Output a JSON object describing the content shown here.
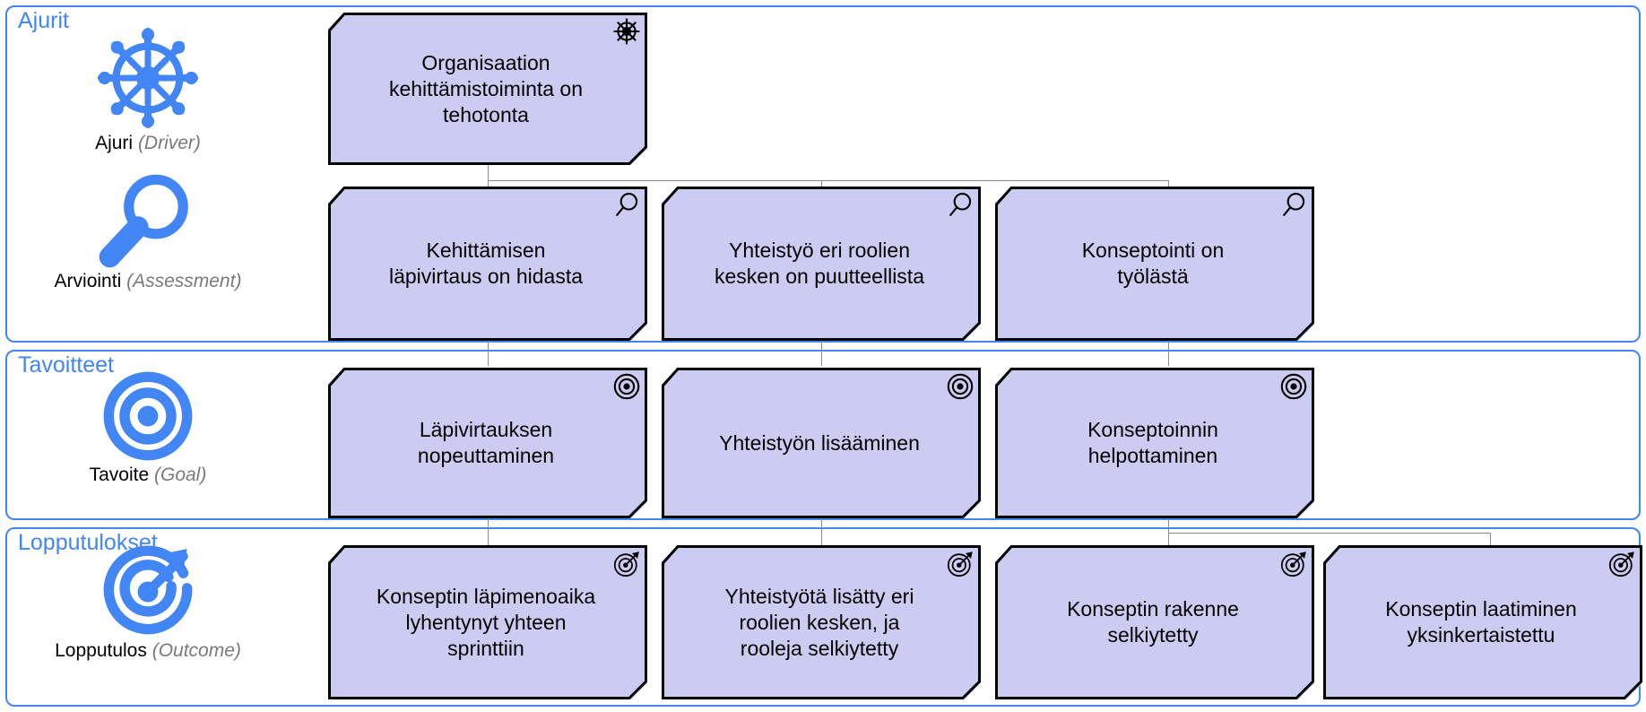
{
  "diagram": {
    "title": "ArchiMate-motivaatiokaavio",
    "language": "fi",
    "colors": {
      "node_fill": "#ccccf2",
      "node_stroke": "#000000",
      "group_stroke": "#4285f4",
      "group_label": "#4285f4",
      "icon_blue": "#4285f4",
      "connector": "#8a8a8a",
      "caption_en": "#7a7a7a",
      "background": "#ffffff"
    }
  },
  "groups": [
    {
      "id": "drivers",
      "label": "Ajurit"
    },
    {
      "id": "goals",
      "label": "Tavoitteet"
    },
    {
      "id": "outcomes",
      "label": "Lopputulokset"
    }
  ],
  "legend": [
    {
      "id": "driver",
      "icon": "ships-wheel-icon",
      "fi": "Ajuri ",
      "en": "(Driver)"
    },
    {
      "id": "assessment",
      "icon": "magnifying-glass-icon",
      "fi": "Arviointi ",
      "en": "(Assessment)"
    },
    {
      "id": "goal",
      "icon": "bullseye-icon",
      "fi": "Tavoite ",
      "en": "(Goal)"
    },
    {
      "id": "outcome",
      "icon": "target-arrow-icon",
      "fi": "Lopputulos ",
      "en": "(Outcome)"
    }
  ],
  "nodes": {
    "driver": [
      {
        "id": "d1",
        "type": "driver",
        "badge": "ships-wheel-icon",
        "label": "Organisaation\nkehittämistoiminta on\ntehotonta"
      }
    ],
    "assessment": [
      {
        "id": "a1",
        "type": "assessment",
        "badge": "magnifying-glass-icon",
        "label": "Kehittämisen\nläpivirtaus on hidasta"
      },
      {
        "id": "a2",
        "type": "assessment",
        "badge": "magnifying-glass-icon",
        "label": "Yhteistyö eri roolien\nkesken on puutteellista"
      },
      {
        "id": "a3",
        "type": "assessment",
        "badge": "magnifying-glass-icon",
        "label": "Konseptointi on\ntyölästä"
      }
    ],
    "goal": [
      {
        "id": "g1",
        "type": "goal",
        "badge": "bullseye-icon",
        "label": "Läpivirtauksen\nnopeuttaminen"
      },
      {
        "id": "g2",
        "type": "goal",
        "badge": "bullseye-icon",
        "label": "Yhteistyön lisääminen"
      },
      {
        "id": "g3",
        "type": "goal",
        "badge": "bullseye-icon",
        "label": "Konseptoinnin\nhelpottaminen"
      }
    ],
    "outcome": [
      {
        "id": "o1",
        "type": "outcome",
        "badge": "target-arrow-icon",
        "label": "Konseptin läpimenoaika\nlyhentynyt yhteen\nsprinttiin"
      },
      {
        "id": "o2",
        "type": "outcome",
        "badge": "target-arrow-icon",
        "label": "Yhteistyötä lisätty eri\nroolien kesken, ja\nrooleja selkiytetty"
      },
      {
        "id": "o3",
        "type": "outcome",
        "badge": "target-arrow-icon",
        "label": "Konseptin rakenne\nselkiytetty"
      },
      {
        "id": "o4",
        "type": "outcome",
        "badge": "target-arrow-icon",
        "label": "Konseptin laatiminen\nyksinkertaistettu"
      }
    ]
  }
}
